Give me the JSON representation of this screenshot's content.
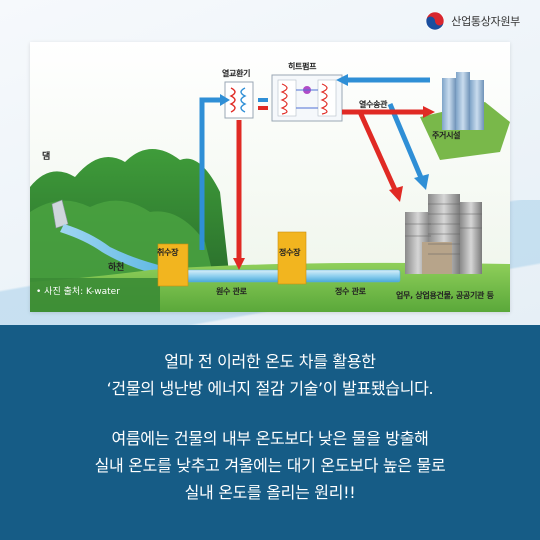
{
  "header": {
    "ministry_name": "산업통상자원부"
  },
  "diagram": {
    "labels": {
      "dam": "댐",
      "river": "하천",
      "intake": "취수장",
      "raw_pipe": "원수 관로",
      "water_plant": "정수장",
      "clean_pipe": "정수 관로",
      "heat_exchanger": "열교환기",
      "heat_pump": "히트펌프",
      "heat_pipe": "열수송관",
      "residential": "주거시설",
      "commercial": "업무, 상업용건물, 공공기관 등"
    },
    "photo_credit": "• 사진 출처: K-water"
  },
  "body_text": {
    "paragraph_1": [
      "얼마 전 이러한 온도 차를 활용한",
      "‘건물의 냉난방 에너지 절감 기술’이 발표됐습니다."
    ],
    "paragraph_2": [
      "여름에는 건물의 내부 온도보다 낮은 물을 방출해",
      "실내 온도를 낮추고 겨울에는 대기 온도보다 높은 물로",
      "실내 온도를 올리는 원리!!"
    ]
  },
  "colors": {
    "panel_blue": "#165c86",
    "hot_arrow": "#e02a24",
    "cold_arrow": "#2f8fd6",
    "intake_yellow": "#f2b51f"
  }
}
